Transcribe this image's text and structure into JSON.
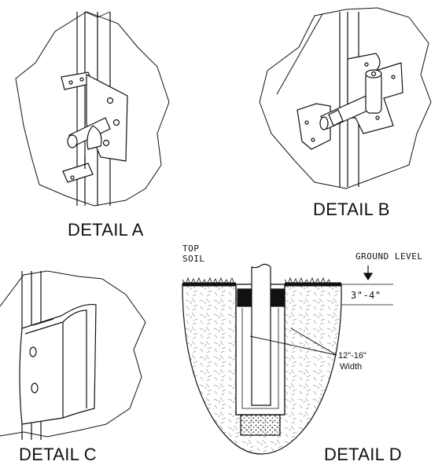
{
  "details": {
    "a": {
      "caption": "DETAIL A"
    },
    "b": {
      "caption": "DETAIL B"
    },
    "c": {
      "caption": "DETAIL C"
    },
    "d": {
      "caption": "DETAIL D",
      "top_soil_line1": "TOP",
      "top_soil_line2": "SOIL",
      "ground_level": "GROUND LEVEL",
      "depth": "3\"-4\"",
      "width_value": "12\"-16\"",
      "width_label": "Width"
    }
  }
}
